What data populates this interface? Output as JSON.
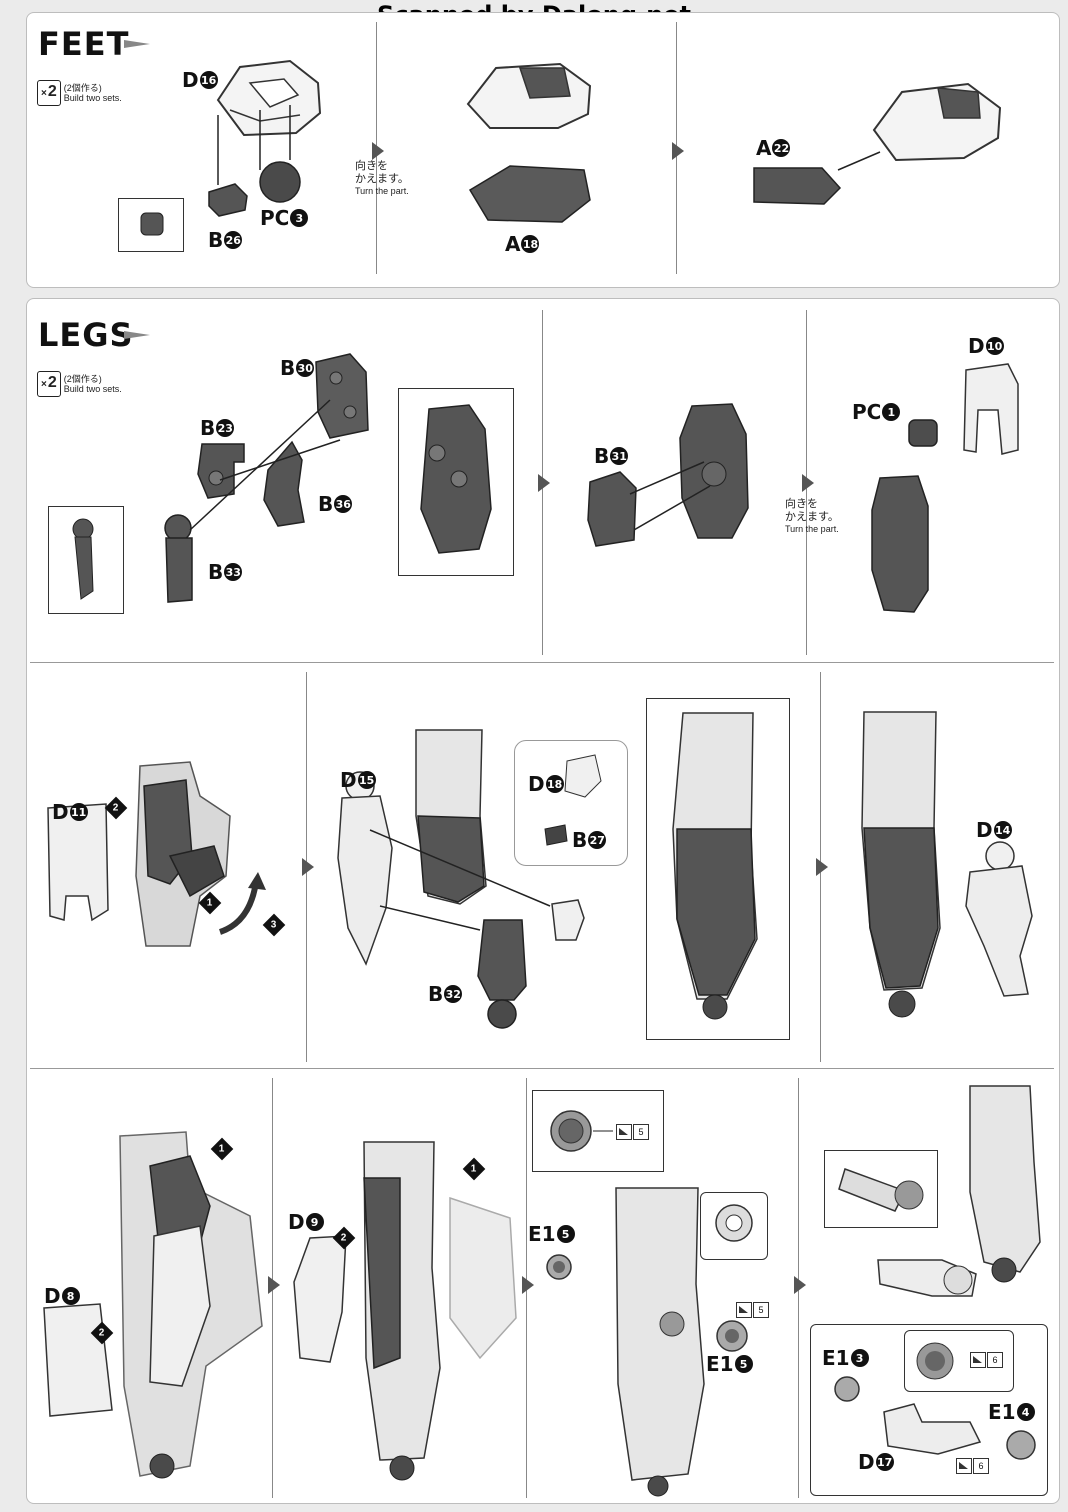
{
  "watermark": "Scanned by Dalong.net",
  "feet": {
    "title": "FEET",
    "badge": {
      "x": "×",
      "count": "2",
      "ja": "(2個作る)",
      "en": "Build two sets."
    },
    "parts": {
      "d16": {
        "letter": "D",
        "num": "16"
      },
      "b26": {
        "letter": "B",
        "num": "26"
      },
      "pc3": {
        "letter": "PC",
        "num": "3"
      },
      "a18": {
        "letter": "A",
        "num": "18"
      },
      "a22": {
        "letter": "A",
        "num": "22"
      }
    },
    "turn": {
      "ja1": "向きを",
      "ja2": "かえます。",
      "en": "Turn the part."
    }
  },
  "legs": {
    "title": "LEGS",
    "badge": {
      "x": "×",
      "count": "2",
      "ja": "(2個作る)",
      "en": "Build two sets."
    },
    "row1": {
      "b30": {
        "letter": "B",
        "num": "30"
      },
      "b23": {
        "letter": "B",
        "num": "23"
      },
      "b36": {
        "letter": "B",
        "num": "36"
      },
      "b33": {
        "letter": "B",
        "num": "33"
      },
      "b31": {
        "letter": "B",
        "num": "31"
      },
      "d10": {
        "letter": "D",
        "num": "10"
      },
      "pc1": {
        "letter": "PC",
        "num": "1"
      },
      "turn": {
        "ja1": "向きを",
        "ja2": "かえます。",
        "en": "Turn the part."
      }
    },
    "row2": {
      "d11": {
        "letter": "D",
        "num": "11"
      },
      "d15": {
        "letter": "D",
        "num": "15"
      },
      "d18": {
        "letter": "D",
        "num": "18"
      },
      "b27": {
        "letter": "B",
        "num": "27"
      },
      "b32": {
        "letter": "B",
        "num": "32"
      },
      "d14": {
        "letter": "D",
        "num": "14"
      },
      "steps": [
        "1",
        "2",
        "3"
      ]
    },
    "row3": {
      "d8": {
        "letter": "D",
        "num": "8"
      },
      "d9": {
        "letter": "D",
        "num": "9"
      },
      "e15a": {
        "letter": "E1",
        "num": "5"
      },
      "e15b": {
        "letter": "E1",
        "num": "5"
      },
      "e13": {
        "letter": "E1",
        "num": "3"
      },
      "e14": {
        "letter": "E1",
        "num": "4"
      },
      "d17": {
        "letter": "D",
        "num": "17"
      },
      "ref5": "5",
      "ref6": "6",
      "steps": [
        "1",
        "2"
      ]
    }
  }
}
